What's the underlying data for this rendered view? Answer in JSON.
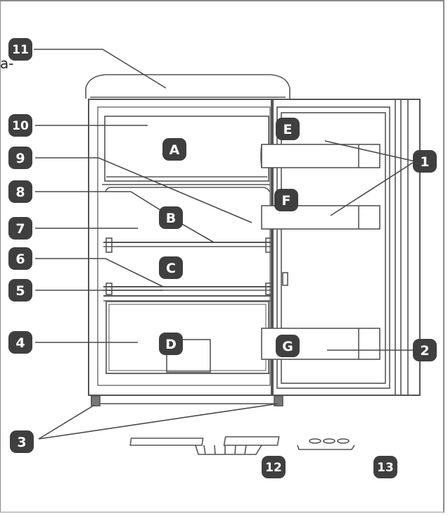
{
  "page": {
    "cut_text": "a-"
  },
  "colors": {
    "badge": "#3f3f3f",
    "badge_text": "#ffffff",
    "line": "#4a4a4a",
    "drawing": "#555555"
  },
  "callouts_numbers": [
    "1",
    "2",
    "3",
    "4",
    "5",
    "6",
    "7",
    "8",
    "9",
    "10",
    "11",
    "12",
    "13"
  ],
  "callouts_letters": [
    "A",
    "B",
    "C",
    "D",
    "E",
    "F",
    "G"
  ]
}
